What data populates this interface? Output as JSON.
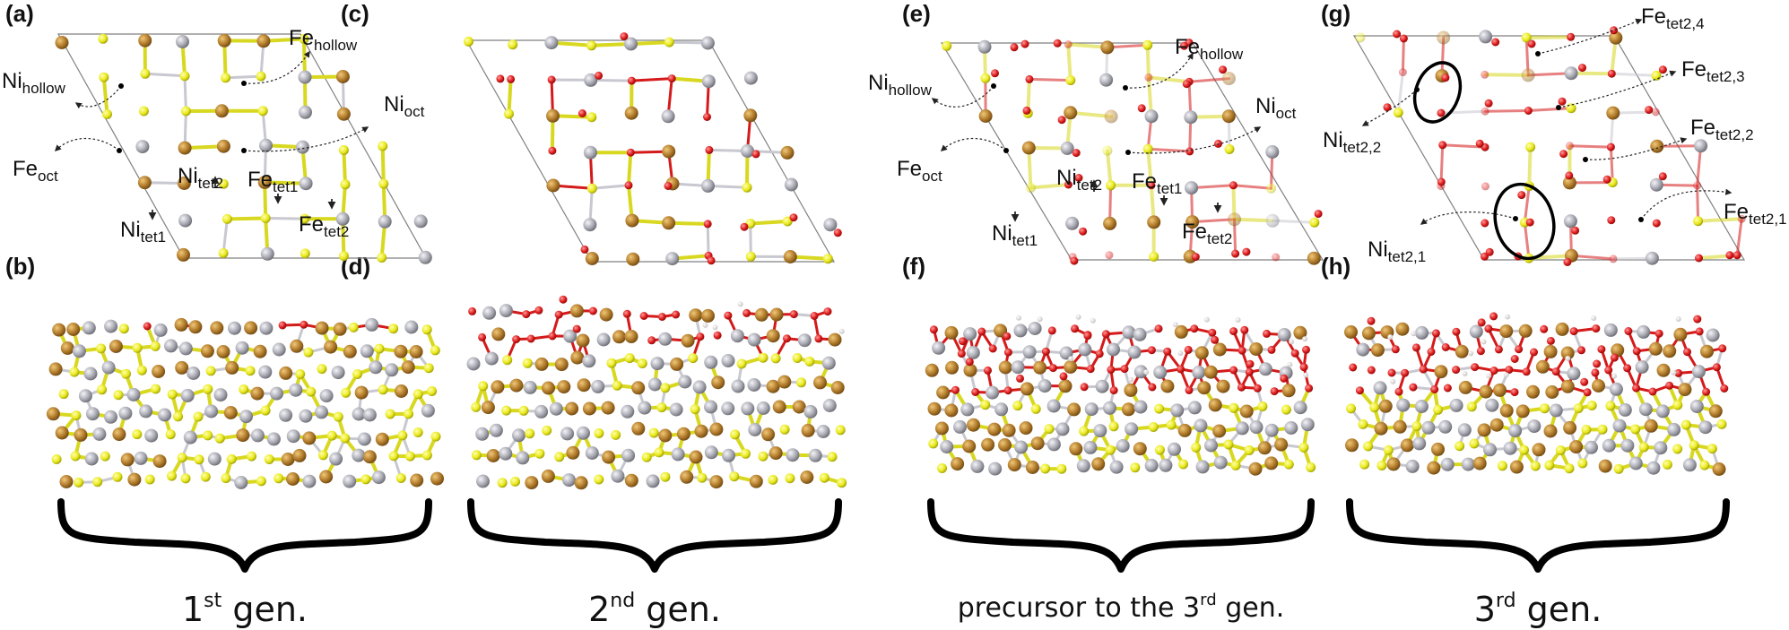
{
  "panels": [
    {
      "id": "a",
      "label": "(a)"
    },
    {
      "id": "b",
      "label": "(b)"
    },
    {
      "id": "c",
      "label": "(c)"
    },
    {
      "id": "d",
      "label": "(d)"
    },
    {
      "id": "e",
      "label": "(e)"
    },
    {
      "id": "f",
      "label": "(f)"
    },
    {
      "id": "g",
      "label": "(g)"
    },
    {
      "id": "h",
      "label": "(h)"
    }
  ],
  "site_labels": {
    "a": [
      {
        "base": "Fe",
        "sub": "hollow"
      },
      {
        "base": "Ni",
        "sub": "hollow"
      },
      {
        "base": "Ni",
        "sub": "oct"
      },
      {
        "base": "Fe",
        "sub": "oct"
      },
      {
        "base": "Ni",
        "sub": "tet2"
      },
      {
        "base": "Fe",
        "sub": "tet1"
      },
      {
        "base": "Ni",
        "sub": "tet1"
      },
      {
        "base": "Fe",
        "sub": "tet2"
      }
    ],
    "e": [
      {
        "base": "Fe",
        "sub": "hollow"
      },
      {
        "base": "Ni",
        "sub": "hollow"
      },
      {
        "base": "Ni",
        "sub": "oct"
      },
      {
        "base": "Fe",
        "sub": "oct"
      },
      {
        "base": "Ni",
        "sub": "tet2"
      },
      {
        "base": "Fe",
        "sub": "tet1"
      },
      {
        "base": "Ni",
        "sub": "tet1"
      },
      {
        "base": "Fe",
        "sub": "tet2"
      }
    ],
    "g": [
      {
        "base": "Fe",
        "sub": "tet2,4"
      },
      {
        "base": "Fe",
        "sub": "tet2,3"
      },
      {
        "base": "Ni",
        "sub": "tet2,2"
      },
      {
        "base": "Fe",
        "sub": "tet2,2"
      },
      {
        "base": "Fe",
        "sub": "tet2,1"
      },
      {
        "base": "Ni",
        "sub": "tet2,1"
      }
    ]
  },
  "generations": [
    {
      "prefix": "1",
      "sup": "st",
      "suffix": " gen."
    },
    {
      "prefix": "2",
      "sup": "nd",
      "suffix": " gen."
    },
    {
      "prefix": "precursor to the 3",
      "sup": "rd",
      "suffix": " gen."
    },
    {
      "prefix": "3",
      "sup": "rd",
      "suffix": " gen."
    }
  ],
  "colors": {
    "fe": "#b07a2a",
    "ni": "#a9a9b3",
    "s": "#eaea1e",
    "o": "#dd1c1c",
    "h": "#f4f0f0"
  }
}
